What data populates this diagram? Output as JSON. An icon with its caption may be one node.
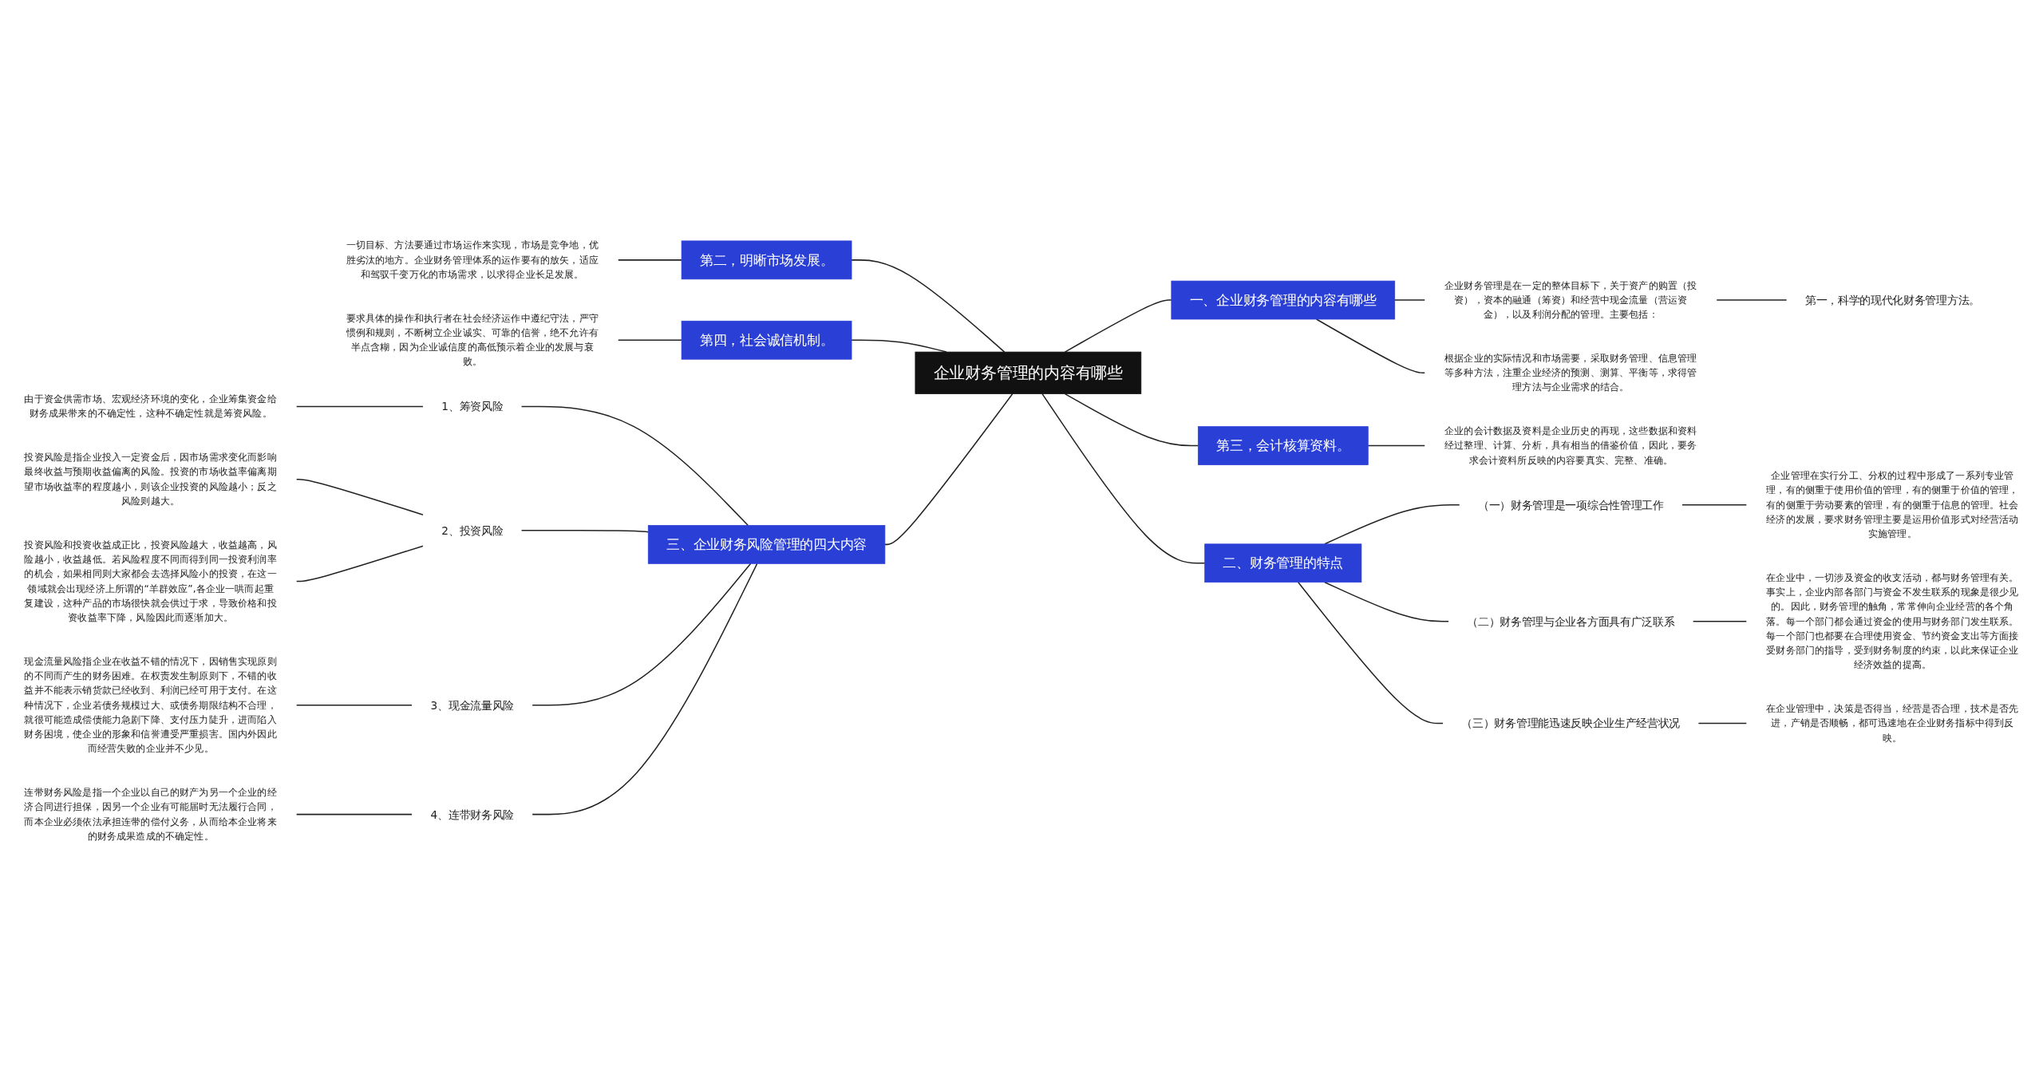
{
  "diagram": {
    "nodes": [
      {
        "text": [
          "企业财务管理的内容有哪些"
        ]
      },
      {
        "text": [
          "一、企业财务管理的内容有哪些"
        ]
      },
      {
        "text": [
          "企业财务管理是在一定的整体目标下，关于资产的购置（投资），资本的融通（筹资）和经营中现金流量（营运资金），以及利润分配的管理。主要包括："
        ]
      },
      {
        "text": [
          "第一，科学的现代化财务管理方法。"
        ]
      },
      {
        "text": [
          "根据企业的实际情况和市场需要，采取财务管理、信息管理等多种方法，注重企业经济的预测、测算、平衡等，求得管理方法与企业需求的结合。"
        ]
      },
      {
        "text": [
          "第三，会计核算资料。"
        ]
      },
      {
        "text": [
          "企业的会计数据及资料是企业历史的再现，这些数据和资料经过整理、计算、分析，具有相当的借鉴价值，因此，要务求会计资料所反映的内容要真实、完整、准确。"
        ]
      },
      {
        "text": [
          "二、财务管理的特点"
        ]
      },
      {
        "text": [
          "（一）财务管理是一项综合性管理工作"
        ]
      },
      {
        "text": [
          "企业管理在实行分工、分权的过程中形成了一系列专业管理，有的侧重于使用价值的管理，有的侧重于价值的管理，有的侧重于劳动要素的管理，有的侧重于信息的管理。社会经济的发展，要求财务管理主要是运用价值形式对经营活动实施管理。"
        ]
      },
      {
        "text": [
          "（二）财务管理与企业各方面具有广泛联系"
        ]
      },
      {
        "text": [
          "在企业中，一切涉及资金的收支活动，都与财务管理有关。事实上，企业内部各部门与资金不发生联系的现象是很少见的。因此，财务管理的触角，常常伸向企业经营的各个角落。每一个部门都会通过资金的使用与财务部门发生联系。每一个部门也都要在合理使用资金、节约资金支出等方面接受财务部门的指导，受到财务制度的约束，以此来保证企业经济效益的提高。"
        ]
      },
      {
        "text": [
          "（三）财务管理能迅速反映企业生产经营状况"
        ]
      },
      {
        "text": [
          "在企业管理中，决策是否得当，经营是否合理，技术是否先进，产销是否顺畅，都可迅速地在企业财务指标中得到反映。"
        ]
      },
      {
        "text": [
          "第二，明晰市场发展。"
        ]
      },
      {
        "text": [
          "一切目标、方法要通过市场运作来实现，市场是竞争地，优胜劣汰的地方。企业财务管理体系的运作要有的放矢，适应和驾驭千变万化的市场需求，以求得企业长足发展。"
        ]
      },
      {
        "text": [
          "第四，社会诚信机制。"
        ]
      },
      {
        "text": [
          "要求具体的操作和执行者在社会经济运作中遵纪守法，严守惯例和规则，不断树立企业诚实、可靠的信誉，绝不允许有半点含糊，因为企业诚信度的高低预示着企业的发展与衰败。"
        ]
      },
      {
        "text": [
          "三、企业财务风险管理的四大内容"
        ]
      },
      {
        "text": [
          "1、筹资风险"
        ]
      },
      {
        "text": [
          "由于资金供需市场、宏观经济环境的变化，企业筹集资金给财务成果带来的不确定性，这种不确定性就是筹资风险。"
        ]
      },
      {
        "text": [
          "2、投资风险"
        ]
      },
      {
        "text": [
          "投资风险是指企业投入一定资金后，因市场需求变化而影响最终收益与预期收益偏离的风险。投资的市场收益率偏离期望市场收益率的程度越小，则该企业投资的风险越小；反之风险则越大。"
        ]
      },
      {
        "text": [
          "投资风险和投资收益成正比，投资风险越大，收益越高，风险越小，收益越低。若风险程度不同而得到同一投资利润率的机会，如果相同则大家都会去选择风险小的投资，在这一领域就会出现经济上所谓的“羊群效应”,各企业一哄而起重复建设，这种产品的市场很快就会供过于求，导致价格和投资收益率下降，风险因此而逐渐加大。"
        ]
      },
      {
        "text": [
          "3、现金流量风险"
        ]
      },
      {
        "text": [
          "现金流量风险指企业在收益不错的情况下，因销售实现原则的不同而产生的财务困难。在权责发生制原则下，不错的收益并不能表示销货款已经收到、利润已经可用于支付。在这种情况下，企业若债务规模过大、或债务期限结构不合理，就很可能造成偿债能力急剧下降、支付压力陡升，进而陷入财务困境，使企业的形象和信誉遭受严重损害。国内外因此而经营失败的企业并不少见。"
        ]
      },
      {
        "text": [
          "4、连带财务风险"
        ]
      },
      {
        "text": [
          "连带财务风险是指一个企业以自己的财产为另一个企业的经济合同进行担保，因另一个企业有可能届时无法履行合同，而本企业必须依法承担连带的偿付义务，从而给本企业将来的财务成果造成的不确定性。"
        ]
      }
    ],
    "edges": [
      {
        "from": 0,
        "to": 1,
        "arrow": "none"
      },
      {
        "from": 1,
        "to": 2,
        "arrow": "none"
      },
      {
        "from": 2,
        "to": 3,
        "arrow": "none"
      },
      {
        "from": 1,
        "to": 4,
        "arrow": "none"
      },
      {
        "from": 0,
        "to": 5,
        "arrow": "none"
      },
      {
        "from": 5,
        "to": 6,
        "arrow": "none"
      },
      {
        "from": 0,
        "to": 7,
        "arrow": "none"
      },
      {
        "from": 7,
        "to": 8,
        "arrow": "none"
      },
      {
        "from": 8,
        "to": 9,
        "arrow": "none"
      },
      {
        "from": 7,
        "to": 10,
        "arrow": "none"
      },
      {
        "from": 10,
        "to": 11,
        "arrow": "none"
      },
      {
        "from": 7,
        "to": 12,
        "arrow": "none"
      },
      {
        "from": 12,
        "to": 13,
        "arrow": "none"
      },
      {
        "from": 14,
        "to": 0,
        "arrow": "none"
      },
      {
        "from": 15,
        "to": 14,
        "arrow": "none"
      },
      {
        "from": 16,
        "to": 0,
        "arrow": "none"
      },
      {
        "from": 17,
        "to": 16,
        "arrow": "none"
      },
      {
        "from": 18,
        "to": 0,
        "arrow": "none"
      },
      {
        "from": 19,
        "to": 18,
        "arrow": "none"
      },
      {
        "from": 20,
        "to": 19,
        "arrow": "none"
      },
      {
        "from": 21,
        "to": 18,
        "arrow": "none"
      },
      {
        "from": 22,
        "to": 21,
        "arrow": "none"
      },
      {
        "from": 23,
        "to": 21,
        "arrow": "none"
      },
      {
        "from": 24,
        "to": 18,
        "arrow": "none"
      },
      {
        "from": 25,
        "to": 24,
        "arrow": "none"
      },
      {
        "from": 26,
        "to": 18,
        "arrow": "none"
      },
      {
        "from": 27,
        "to": 26,
        "arrow": "none"
      }
    ]
  }
}
